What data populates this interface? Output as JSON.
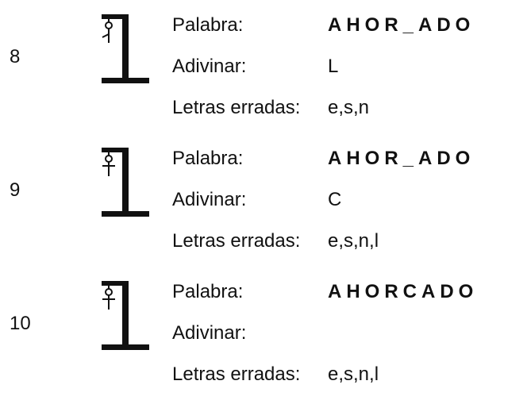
{
  "labels": {
    "word": "Palabra:",
    "guess": "Adivinar:",
    "wrong": "Letras erradas:"
  },
  "rounds": [
    {
      "number": "8",
      "word": "AHOR_ADO",
      "guess": "L",
      "wrong_letters": "e,s,n",
      "hangman_parts": [
        "head",
        "body",
        "left-arm"
      ]
    },
    {
      "number": "9",
      "word": "AHOR_ADO",
      "guess": "C",
      "wrong_letters": "e,s,n,l",
      "hangman_parts": [
        "head",
        "body",
        "left-arm",
        "right-arm"
      ]
    },
    {
      "number": "10",
      "word": "AHORCADO",
      "guess": "",
      "wrong_letters": "e,s,n,l",
      "hangman_parts": [
        "head",
        "body",
        "left-arm",
        "right-arm"
      ]
    }
  ],
  "icons": {
    "gallows": "gallows-icon",
    "figure": "hangman-figure-icon"
  }
}
